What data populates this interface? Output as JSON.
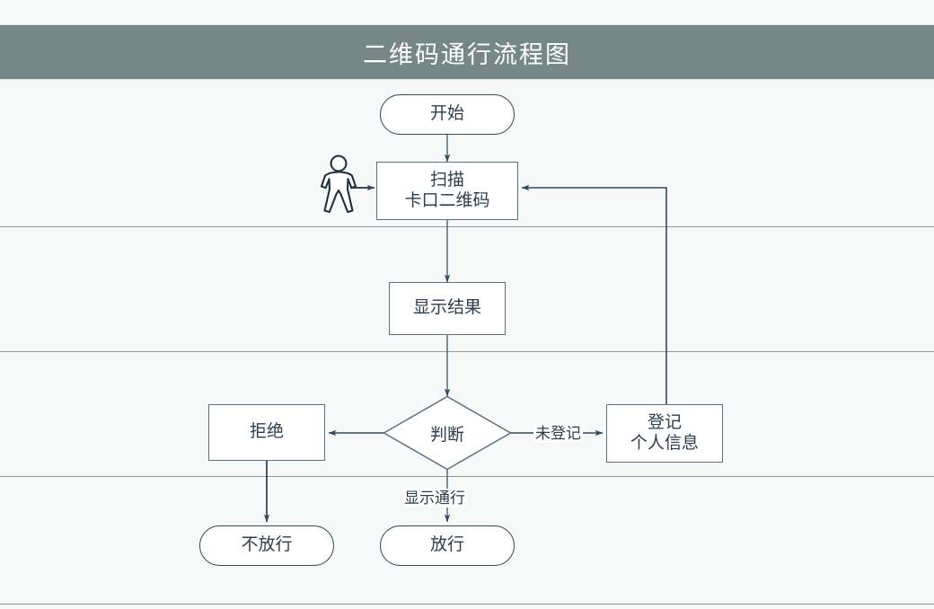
{
  "diagram": {
    "title": "二维码通行流程图",
    "title_bar_color": "#76878a",
    "canvas_background": "#f7f8f8",
    "node_border_color": "#5a7182",
    "text_color": "#2e3d4d",
    "connector_color": "#4a6073",
    "lane_divider_color": "#8b9a9c",
    "type": "flowchart",
    "nodes": [
      {
        "id": "start",
        "label": "开始",
        "shape": "terminal"
      },
      {
        "id": "scan",
        "label": "扫描\n卡口二维码",
        "shape": "process"
      },
      {
        "id": "result",
        "label": "显示结果",
        "shape": "process"
      },
      {
        "id": "decision",
        "label": "判断",
        "shape": "decision"
      },
      {
        "id": "reject",
        "label": "拒绝",
        "shape": "process"
      },
      {
        "id": "register",
        "label": "登记\n个人信息",
        "shape": "process"
      },
      {
        "id": "deny",
        "label": "不放行",
        "shape": "terminal"
      },
      {
        "id": "pass",
        "label": "放行",
        "shape": "terminal"
      }
    ],
    "actor": {
      "id": "person-actor",
      "label": ""
    },
    "edges": [
      {
        "from": "start",
        "to": "scan",
        "label": ""
      },
      {
        "from": "actor",
        "to": "scan",
        "label": ""
      },
      {
        "from": "scan",
        "to": "result",
        "label": ""
      },
      {
        "from": "result",
        "to": "decision",
        "label": ""
      },
      {
        "from": "decision",
        "to": "reject",
        "label": ""
      },
      {
        "from": "decision",
        "to": "register",
        "label": "未登记"
      },
      {
        "from": "decision",
        "to": "pass",
        "label": "显示通行"
      },
      {
        "from": "reject",
        "to": "deny",
        "label": ""
      },
      {
        "from": "register",
        "to": "scan",
        "label": ""
      }
    ],
    "edge_labels": {
      "unregistered": "未登记",
      "show_pass": "显示通行"
    }
  }
}
